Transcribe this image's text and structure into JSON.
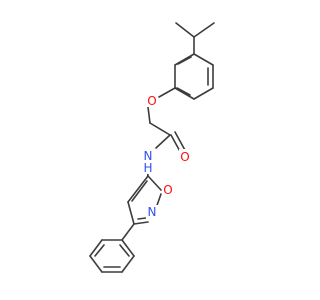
{
  "colors": {
    "bond": "#3c3c3c",
    "oxygen": "#ff0d0d",
    "nitrogen": "#3050f8",
    "background": "#ffffff"
  },
  "atoms": {
    "ether_o": {
      "label": "O",
      "element": "oxygen"
    },
    "carbonyl_o": {
      "label": "O",
      "element": "oxygen"
    },
    "amide_nh": {
      "label": "N",
      "h_label": "H",
      "element": "nitrogen"
    },
    "isoxazole_o": {
      "label": "O",
      "element": "oxygen"
    },
    "isoxazole_n": {
      "label": "N",
      "element": "nitrogen"
    }
  }
}
